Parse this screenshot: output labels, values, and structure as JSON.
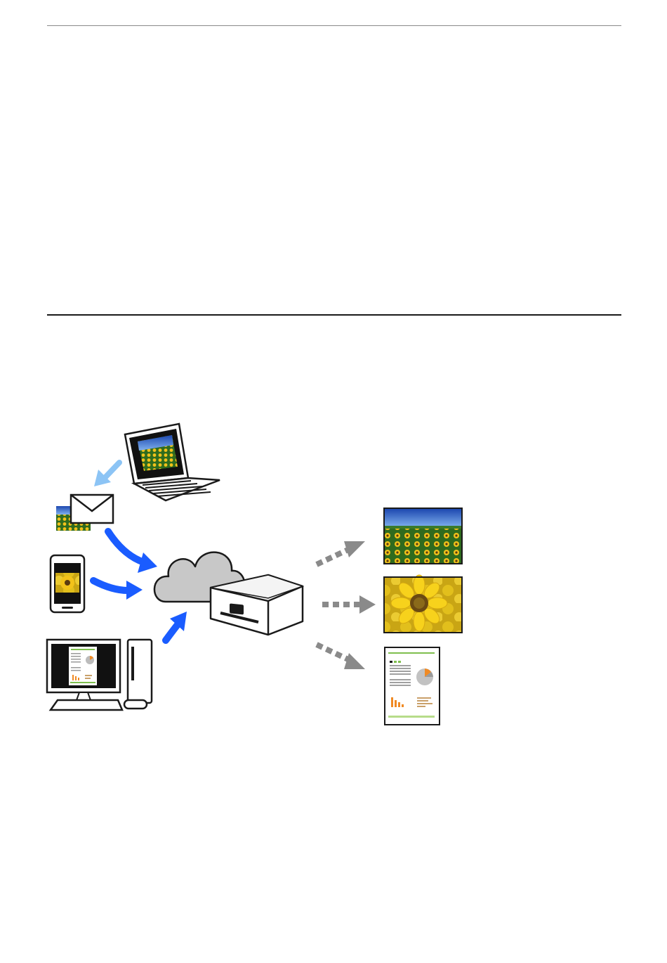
{
  "colors": {
    "arrow_input": "#1a5cff",
    "arrow_input_light": "#8cc4f5",
    "arrow_output": "#8a8a8a",
    "cloud": "#c8c8c8",
    "outline": "#1a1a1a",
    "sky": "#2e62c8",
    "sunflower": "#f2c21a",
    "leaf": "#2f6b1e"
  },
  "illustration": {
    "sources": [
      "laptop-icon",
      "email-icon",
      "smartphone-icon",
      "desktop-computer-icon"
    ],
    "hub": [
      "cloud-icon",
      "printer-icon"
    ],
    "outputs": [
      "sunflower-field-photo",
      "sunflower-closeup-photo",
      "chart-document-printout"
    ]
  }
}
